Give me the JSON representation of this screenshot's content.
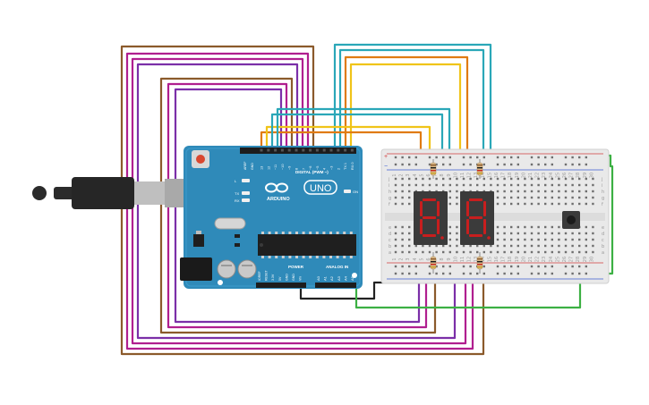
{
  "arduino": {
    "brand": "ARDUINO",
    "model": "UNO",
    "digital_header": "DIGITAL (PWM ~)",
    "analog_header": "ANALOG IN",
    "power_header": "POWER",
    "on_label": "ON",
    "led_l": "L",
    "led_tx": "TX",
    "led_rx": "RX",
    "aref": "AREF",
    "gnd": "GND",
    "digital_pins": [
      "13",
      "12",
      "~11",
      "~10",
      "~9",
      "8",
      "7",
      "~6",
      "~5",
      "4",
      "~3",
      "2",
      "TX 1",
      "RX 0"
    ],
    "power_pins": [
      "IOREF",
      "RESET",
      "3.3V",
      "5V",
      "GND",
      "GND",
      "Vin"
    ],
    "analog_pins": [
      "A0",
      "A1",
      "A2",
      "A3",
      "A4",
      "A5"
    ]
  },
  "breadboard": {
    "columns": 30,
    "rows_top": [
      "j",
      "i",
      "h",
      "g",
      "f"
    ],
    "rows_bottom": [
      "e",
      "d",
      "c",
      "b",
      "a"
    ],
    "rail_plus": "+",
    "rail_minus": "−"
  },
  "displays": [
    {
      "name": "left-digit",
      "segment_color": "#c81e1e"
    },
    {
      "name": "right-digit",
      "segment_color": "#c81e1e"
    }
  ],
  "colors": {
    "board": "#2f8ab9",
    "breadboard": "#e9e9e9",
    "wire_brown": "#8b5a2b",
    "wire_magenta": "#b01f8f",
    "wire_purple": "#7b2fa8",
    "wire_orange": "#e07b12",
    "wire_yellow": "#f0c419",
    "wire_teal": "#2aa7b8",
    "wire_green": "#3cb043",
    "wire_black": "#222222"
  }
}
